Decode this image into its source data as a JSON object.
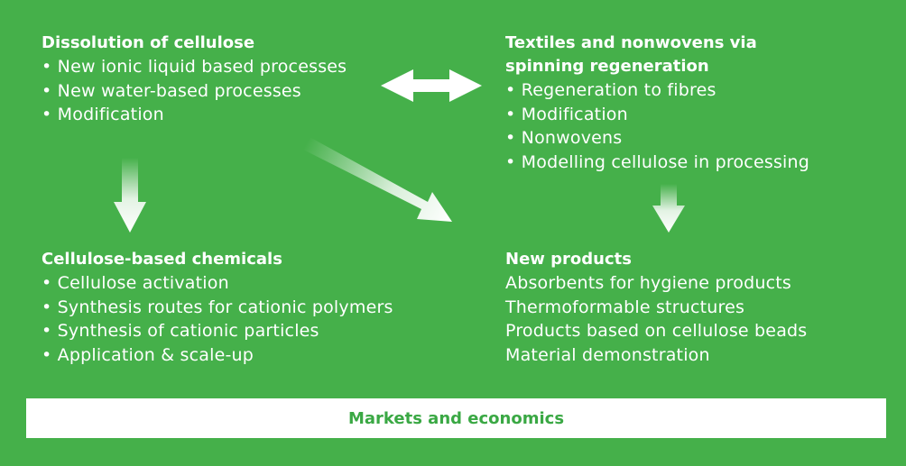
{
  "colors": {
    "background": "#45b04a",
    "text": "#ffffff",
    "bar_text": "#3aa844",
    "bar_background": "#ffffff"
  },
  "blocks": {
    "dissolution": {
      "title_lines": [
        "Dissolution of cellulose"
      ],
      "items": [
        "New ionic liquid based processes",
        "New water-based processes",
        "Modification"
      ]
    },
    "textiles": {
      "title_lines": [
        "Textiles and nonwovens via",
        "spinning regeneration"
      ],
      "items": [
        "Regeneration to fibres",
        "Modification",
        "Nonwovens",
        "Modelling cellulose in processing"
      ]
    },
    "chemicals": {
      "title_lines": [
        "Cellulose-based chemicals"
      ],
      "items": [
        "Cellulose activation",
        "Synthesis routes for cationic polymers",
        "Synthesis of cationic particles",
        "Application & scale-up"
      ]
    },
    "products": {
      "title_lines": [
        "New products"
      ],
      "items": [
        "Absorbents for hygiene products",
        "Thermoformable structures",
        "Products based on cellulose beads",
        "Material demonstration"
      ]
    }
  },
  "markets": {
    "label": "Markets and economics"
  },
  "arrows": [
    {
      "from": "dissolution",
      "to": "textiles",
      "style": "double-headed"
    },
    {
      "from": "dissolution",
      "to": "chemicals",
      "style": "faded-down"
    },
    {
      "from": "dissolution",
      "to": "products",
      "style": "faded-diagonal"
    },
    {
      "from": "textiles",
      "to": "products",
      "style": "faded-down"
    }
  ]
}
